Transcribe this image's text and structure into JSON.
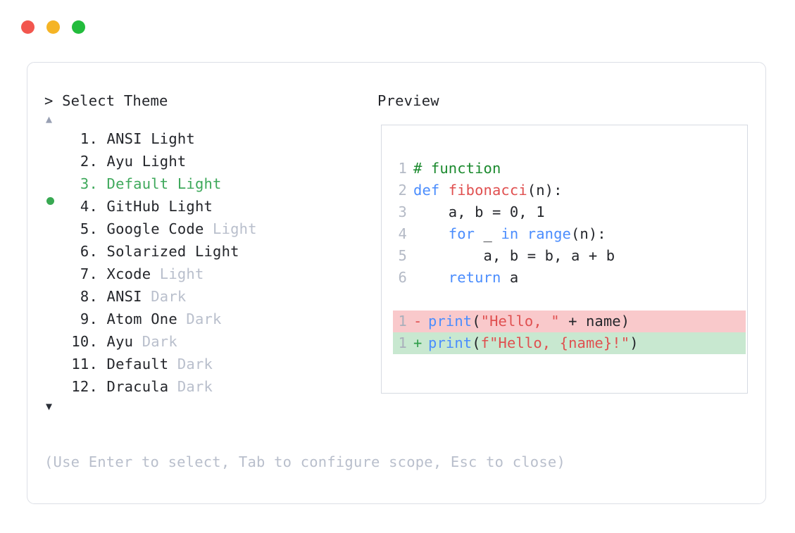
{
  "window": {
    "traffic_lights": [
      {
        "name": "close",
        "color": "#f2564e"
      },
      {
        "name": "minimize",
        "color": "#f5b425"
      },
      {
        "name": "maximize",
        "color": "#22bc3c"
      }
    ]
  },
  "selector": {
    "prompt": "> Select Theme",
    "scroll_up_icon": "▲",
    "scroll_down_icon": "▼",
    "selected_index": 3,
    "selected_bullet": "●",
    "items": [
      {
        "num": "1.",
        "name": "ANSI",
        "suffix": " Light",
        "dim_suffix": false,
        "selected": false
      },
      {
        "num": "2.",
        "name": "Ayu",
        "suffix": " Light",
        "dim_suffix": false,
        "selected": false
      },
      {
        "num": "3.",
        "name": "Default",
        "suffix": " Light",
        "dim_suffix": false,
        "selected": true
      },
      {
        "num": "4.",
        "name": "GitHub",
        "suffix": " Light",
        "dim_suffix": false,
        "selected": false
      },
      {
        "num": "5.",
        "name": "Google Code",
        "suffix": " Light",
        "dim_suffix": true,
        "selected": false
      },
      {
        "num": "6.",
        "name": "Solarized",
        "suffix": " Light",
        "dim_suffix": false,
        "selected": false
      },
      {
        "num": "7.",
        "name": "Xcode",
        "suffix": " Light",
        "dim_suffix": true,
        "selected": false
      },
      {
        "num": "8.",
        "name": "ANSI",
        "suffix": " Dark",
        "dim_suffix": true,
        "selected": false
      },
      {
        "num": "9.",
        "name": "Atom One",
        "suffix": " Dark",
        "dim_suffix": true,
        "selected": false
      },
      {
        "num": "10.",
        "name": "Ayu",
        "suffix": " Dark",
        "dim_suffix": true,
        "selected": false
      },
      {
        "num": "11.",
        "name": "Default",
        "suffix": " Dark",
        "dim_suffix": true,
        "selected": false
      },
      {
        "num": "12.",
        "name": "Dracula",
        "suffix": " Dark",
        "dim_suffix": true,
        "selected": false
      }
    ],
    "footer_hint": "(Use Enter to select, Tab to configure scope, Esc to close)"
  },
  "preview": {
    "title": "Preview",
    "code_lines": [
      {
        "ln": "1",
        "tokens": [
          {
            "t": "# function",
            "c": "t-com"
          }
        ]
      },
      {
        "ln": "2",
        "tokens": [
          {
            "t": "def ",
            "c": "t-kw"
          },
          {
            "t": "fibonacci",
            "c": "t-fn"
          },
          {
            "t": "(n):",
            "c": "t-pl"
          }
        ]
      },
      {
        "ln": "3",
        "tokens": [
          {
            "t": "    a, b = 0, 1",
            "c": "t-pl"
          }
        ]
      },
      {
        "ln": "4",
        "tokens": [
          {
            "t": "    ",
            "c": "t-pl"
          },
          {
            "t": "for",
            "c": "t-kw"
          },
          {
            "t": " _ ",
            "c": "t-pl"
          },
          {
            "t": "in range",
            "c": "t-kw"
          },
          {
            "t": "(n):",
            "c": "t-pl"
          }
        ]
      },
      {
        "ln": "5",
        "tokens": [
          {
            "t": "        a, b = b, a + b",
            "c": "t-pl"
          }
        ]
      },
      {
        "ln": "6",
        "tokens": [
          {
            "t": "    ",
            "c": "t-pl"
          },
          {
            "t": "return",
            "c": "t-kw"
          },
          {
            "t": " a",
            "c": "t-pl"
          }
        ]
      }
    ],
    "diff_lines": [
      {
        "ln": "1",
        "kind": "del",
        "mark": "-",
        "tokens": [
          {
            "t": "print",
            "c": "t-kw"
          },
          {
            "t": "(",
            "c": "t-pl"
          },
          {
            "t": "\"Hello, \"",
            "c": "t-str"
          },
          {
            "t": " + name)",
            "c": "t-pl"
          }
        ]
      },
      {
        "ln": "1",
        "kind": "add",
        "mark": "+",
        "tokens": [
          {
            "t": "print",
            "c": "t-kw"
          },
          {
            "t": "(",
            "c": "t-pl"
          },
          {
            "t": "f\"Hello, {name}!\"",
            "c": "t-str"
          },
          {
            "t": ")",
            "c": "t-pl"
          }
        ]
      }
    ]
  }
}
